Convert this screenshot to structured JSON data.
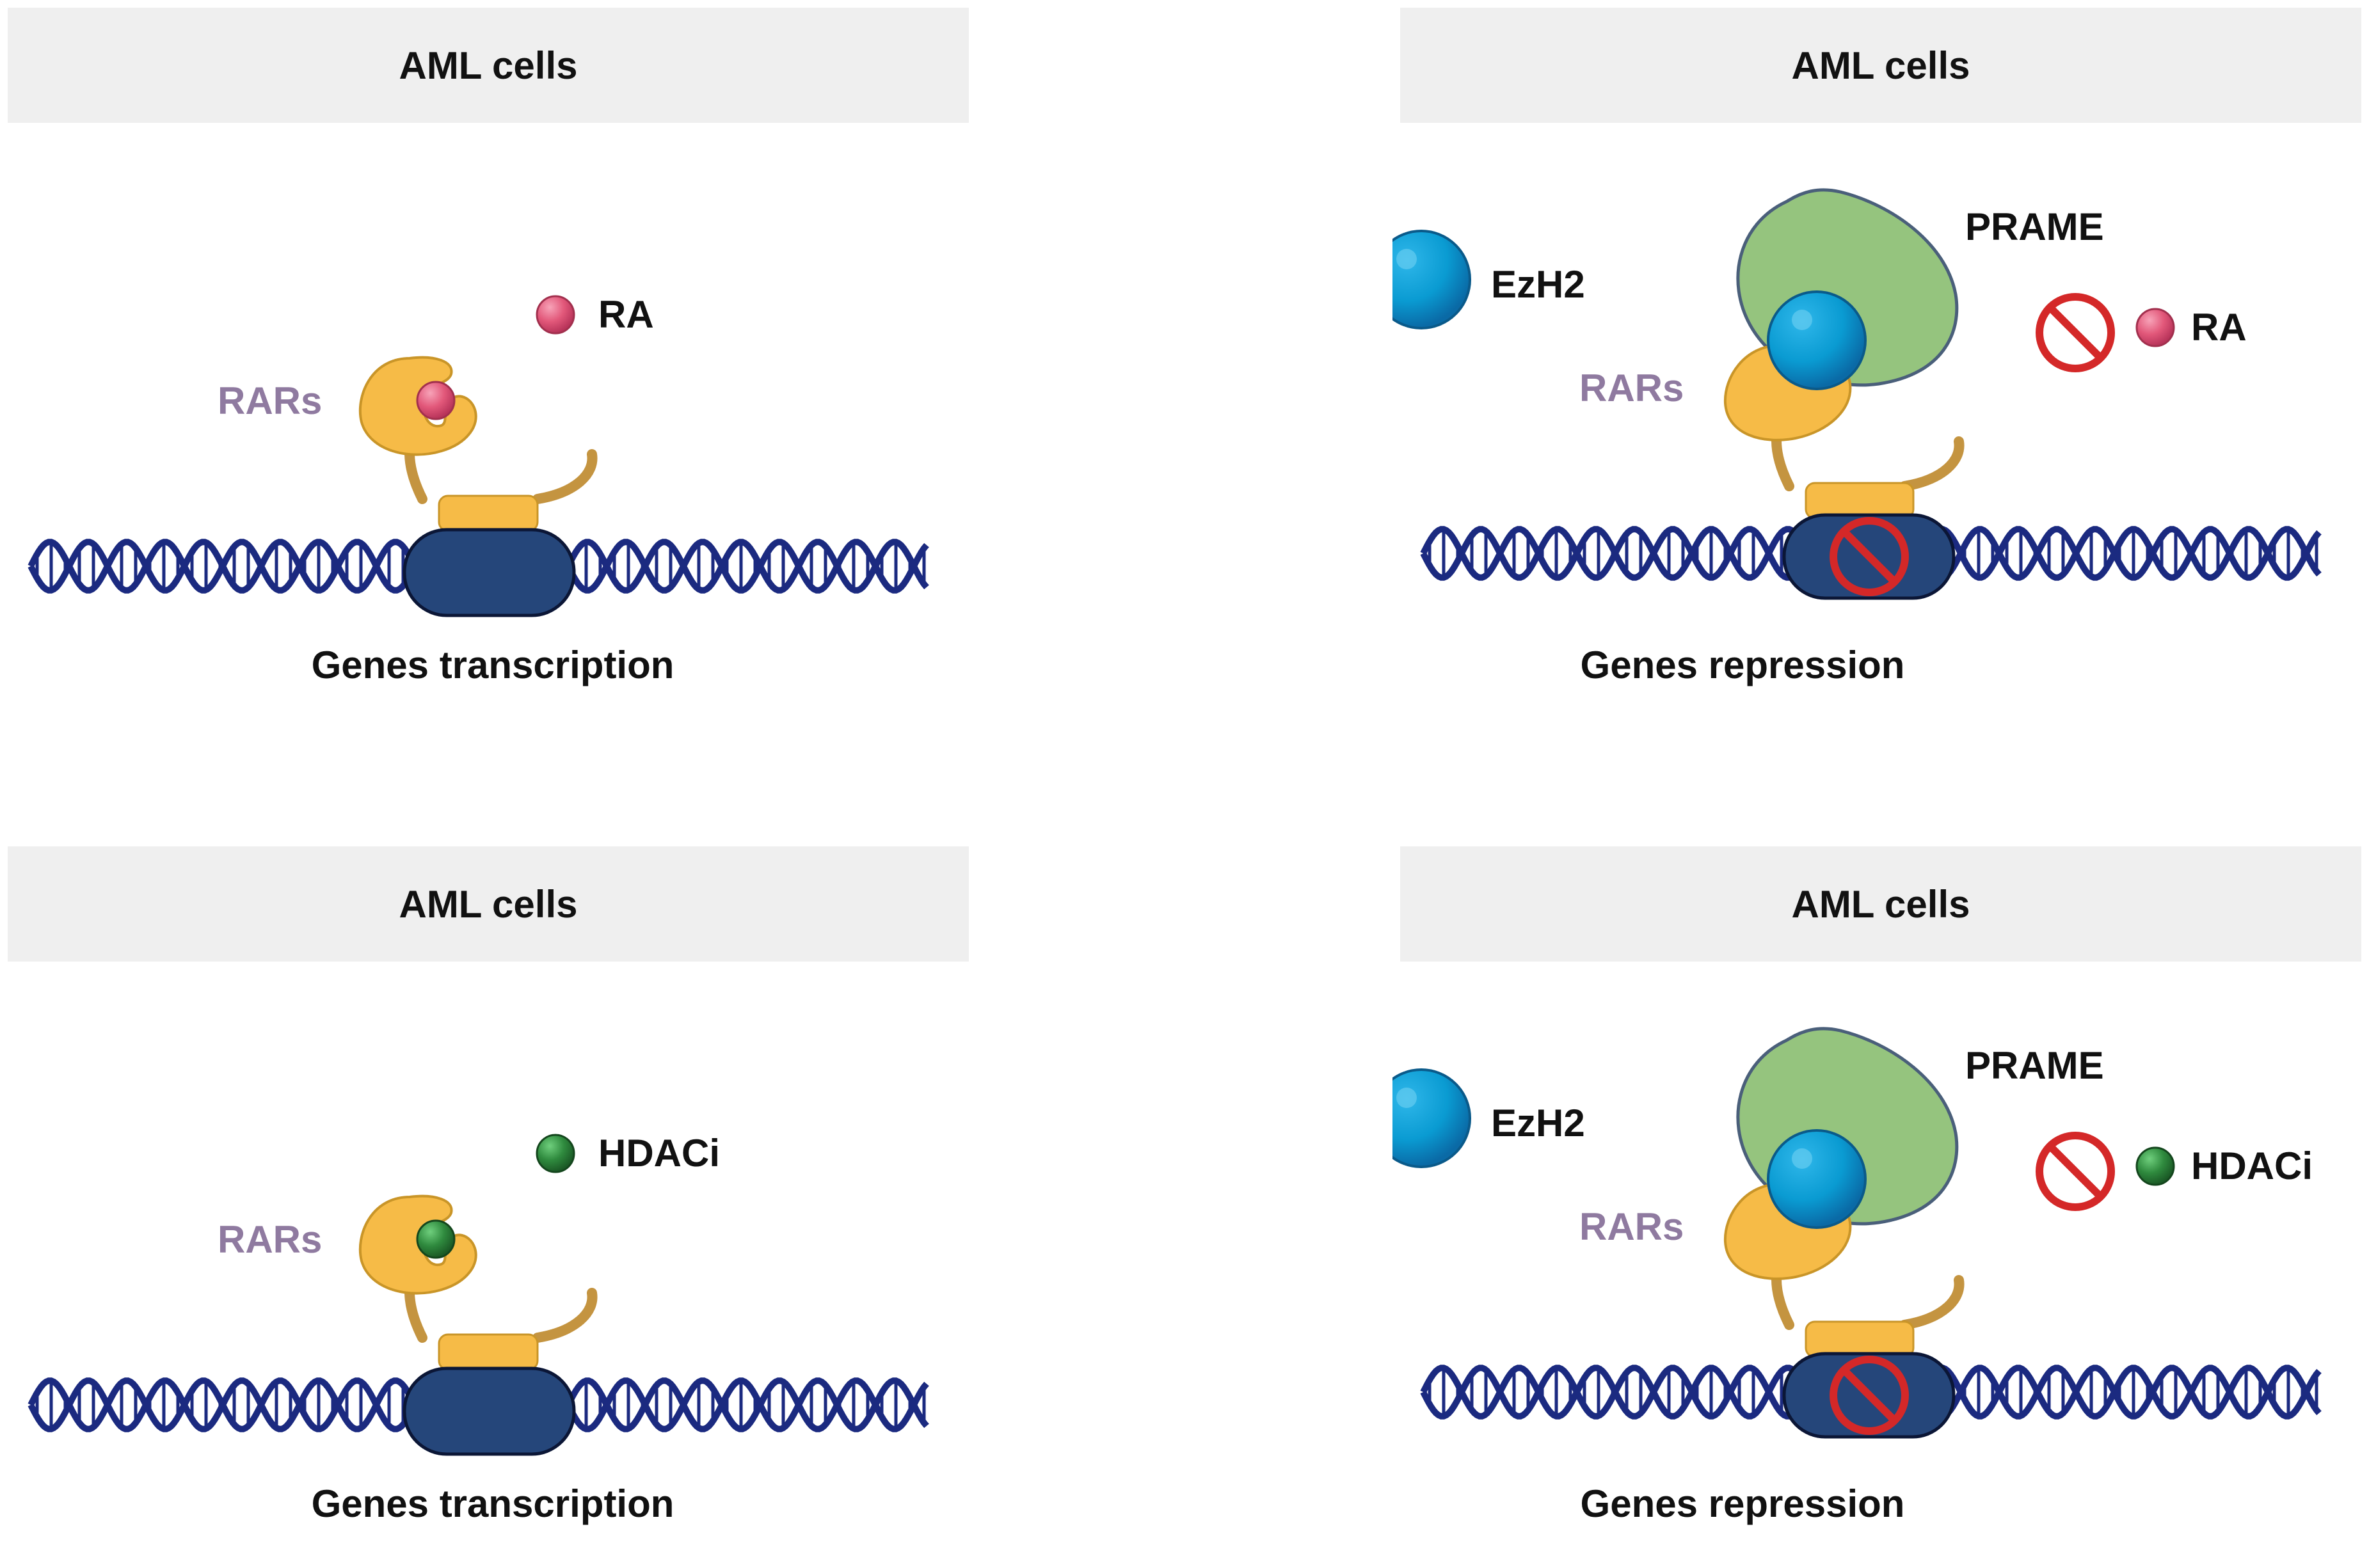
{
  "colors": {
    "header_bg": "#efefef",
    "dna": "#1b2a80",
    "complex": "#25467a",
    "rar": "#f6bb47",
    "rar_stroke": "#c99528",
    "tether": "#c49440",
    "ra": "#e2587a",
    "hdaci": "#2f8a3e",
    "ezh2": "#0a9bd2",
    "prame": "#95c47e",
    "prohibit": "#d42828",
    "rar_label": "#8f7aa0"
  },
  "panels": [
    {
      "id": "tl",
      "header": "AML cells",
      "rar_label": "RARs",
      "ligand_label": "RA",
      "ligand_icon": "ra-molecule-icon",
      "caption": "Genes transcription"
    },
    {
      "id": "tr",
      "header": "AML cells",
      "rar_label": "RARs",
      "ligand_label": "RA",
      "ligand_icon": "ra-molecule-icon",
      "ezh2_label": "EzH2",
      "prame_label": "PRAME",
      "caption": "Genes repression"
    },
    {
      "id": "bl",
      "header": "AML cells",
      "rar_label": "RARs",
      "ligand_label": "HDACi",
      "ligand_icon": "hdaci-molecule-icon",
      "caption": "Genes transcription"
    },
    {
      "id": "br",
      "header": "AML cells",
      "rar_label": "RARs",
      "ligand_label": "HDACi",
      "ligand_icon": "hdaci-molecule-icon",
      "ezh2_label": "EzH2",
      "prame_label": "PRAME",
      "caption": "Genes repression"
    }
  ]
}
